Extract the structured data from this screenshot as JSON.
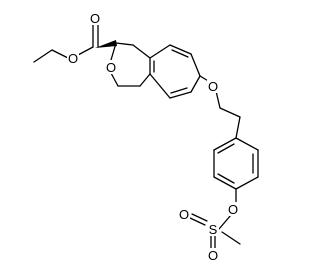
{
  "molecule": {
    "atoms": {
      "carbonyl_o": "O",
      "ester_o": "O",
      "ring_o": "O",
      "ether_o": "O",
      "sulfonate_o": "O",
      "sulfur": "S",
      "sulfonyl_o_left": "O",
      "sulfonyl_o_bottom": "O"
    },
    "stereo": {
      "ring_c3": "wedge"
    }
  },
  "colors": {
    "bond": "#000000",
    "label": "#000000",
    "background": "#ffffff"
  }
}
